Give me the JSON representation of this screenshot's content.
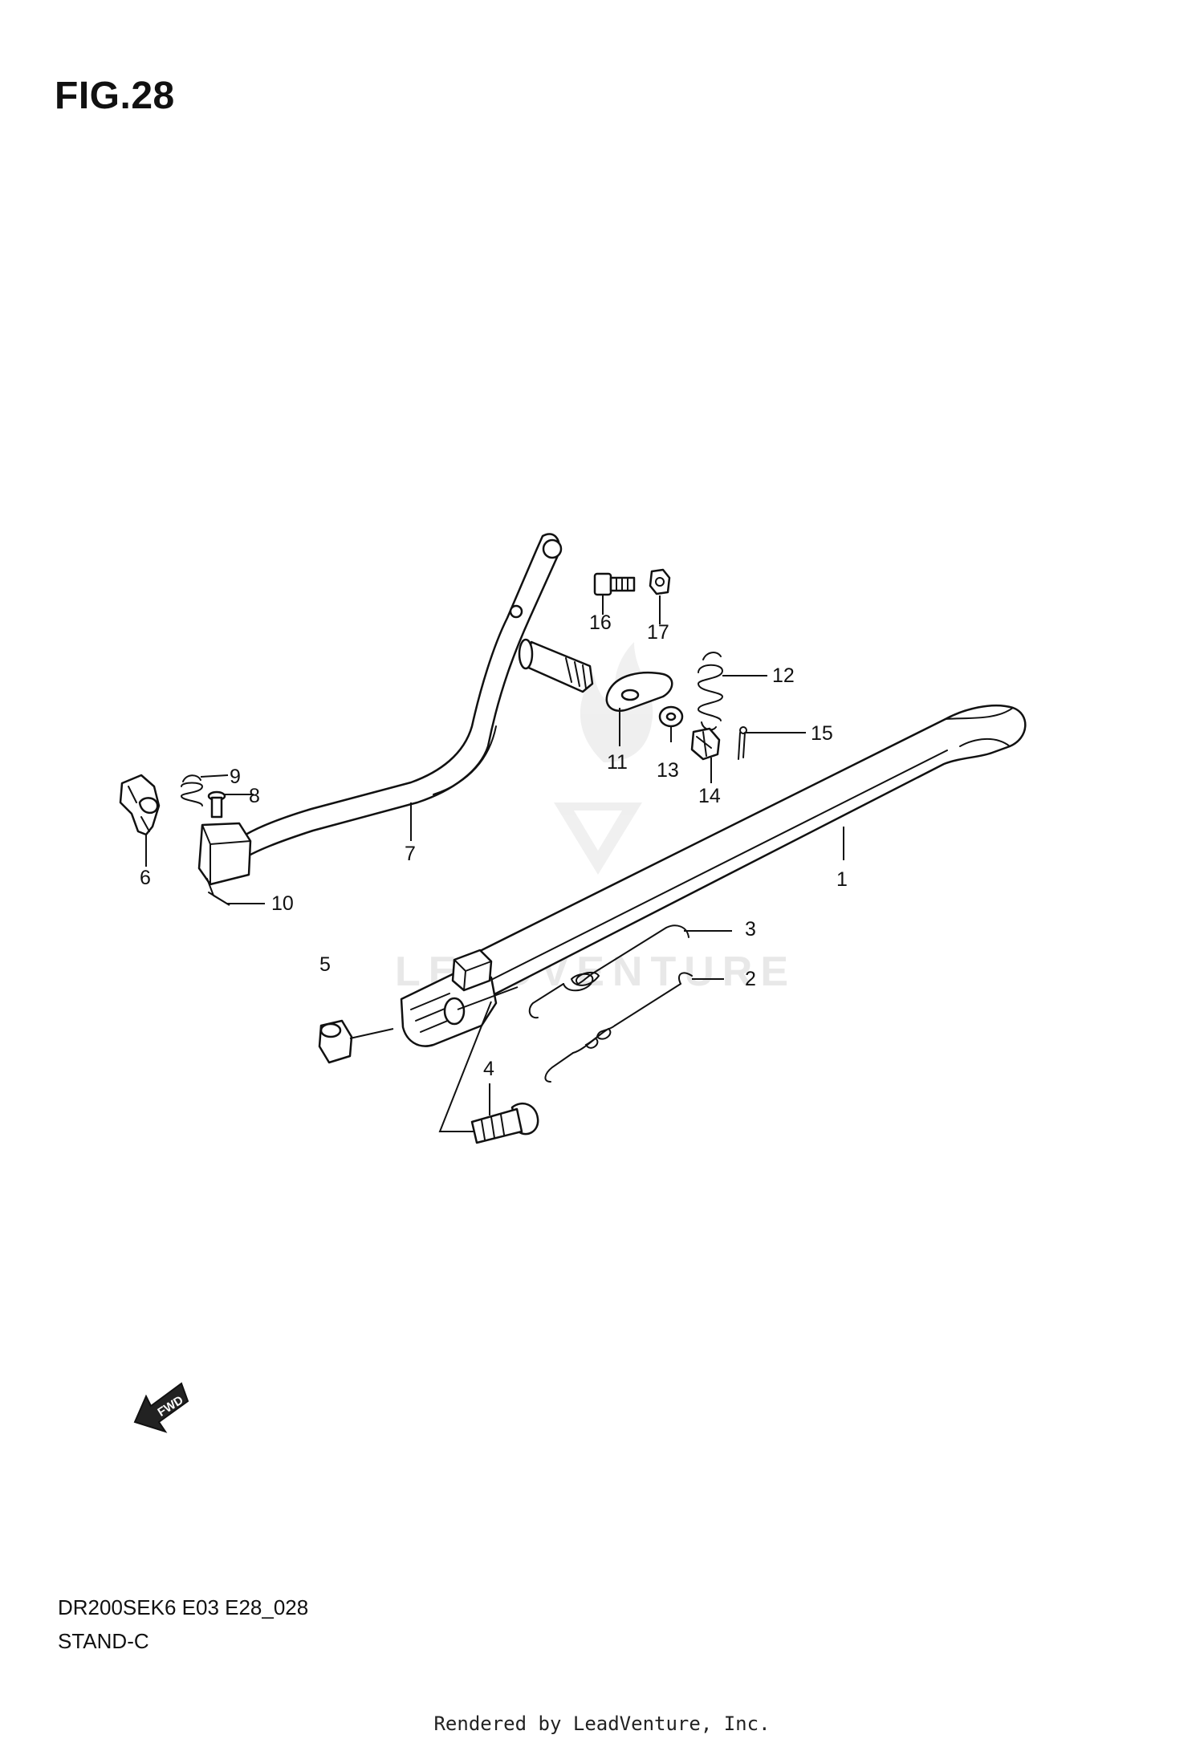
{
  "figure": {
    "title": "FIG.28",
    "model_code": "DR200SEK6 E03 E28_028",
    "section_name": "STAND-C",
    "rendered_by": "Rendered by LeadVenture, Inc.",
    "watermark": "LEADVENTURE",
    "fwd_label": "FWD"
  },
  "callouts": [
    {
      "id": "c1",
      "label": "1"
    },
    {
      "id": "c2",
      "label": "2"
    },
    {
      "id": "c3",
      "label": "3"
    },
    {
      "id": "c4",
      "label": "4"
    },
    {
      "id": "c5",
      "label": "5"
    },
    {
      "id": "c6",
      "label": "6"
    },
    {
      "id": "c7",
      "label": "7"
    },
    {
      "id": "c8",
      "label": "8"
    },
    {
      "id": "c9",
      "label": "9"
    },
    {
      "id": "c10",
      "label": "10"
    },
    {
      "id": "c11",
      "label": "11"
    },
    {
      "id": "c12",
      "label": "12"
    },
    {
      "id": "c13",
      "label": "13"
    },
    {
      "id": "c14",
      "label": "14"
    },
    {
      "id": "c15",
      "label": "15"
    },
    {
      "id": "c16",
      "label": "16"
    },
    {
      "id": "c17",
      "label": "17"
    }
  ]
}
